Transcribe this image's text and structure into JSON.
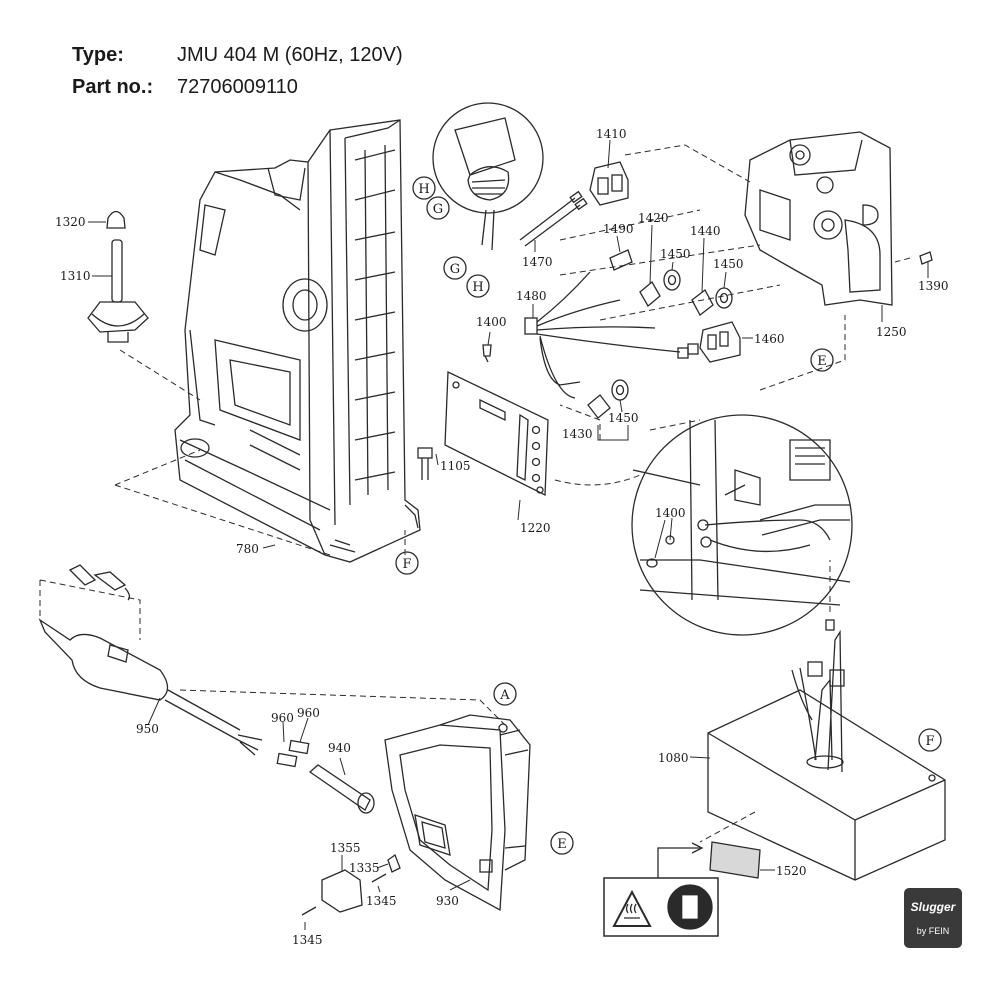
{
  "header": {
    "type_label": "Type:",
    "type_value": "JMU 404 M (60Hz, 120V)",
    "part_label": "Part no.:",
    "part_value": "72706009110"
  },
  "part_labels": {
    "p1320": "1320",
    "p1310": "1310",
    "p1410": "1410",
    "p1470": "1470",
    "p1490": "1490",
    "p1420": "1420",
    "p1440": "1440",
    "p1450a": "1450",
    "p1450b": "1450",
    "p1450c": "1450",
    "p1480": "1480",
    "p1400a": "1400",
    "p1400b": "1400",
    "p1460": "1460",
    "p1430": "1430",
    "p1105": "1105",
    "p1220": "1220",
    "p1250": "1250",
    "p1390": "1390",
    "p780": "780",
    "p950": "950",
    "p960a": "960",
    "p960b": "960",
    "p940": "940",
    "p1355": "1355",
    "p1335": "1335",
    "p1345a": "1345",
    "p1345b": "1345",
    "p930": "930",
    "p1080": "1080",
    "p1520": "1520"
  },
  "circle_labels": {
    "H": "H",
    "G": "G",
    "E": "E",
    "F": "F",
    "A": "A"
  },
  "logo": {
    "brand": "Slugger",
    "by": "by FEIN"
  }
}
